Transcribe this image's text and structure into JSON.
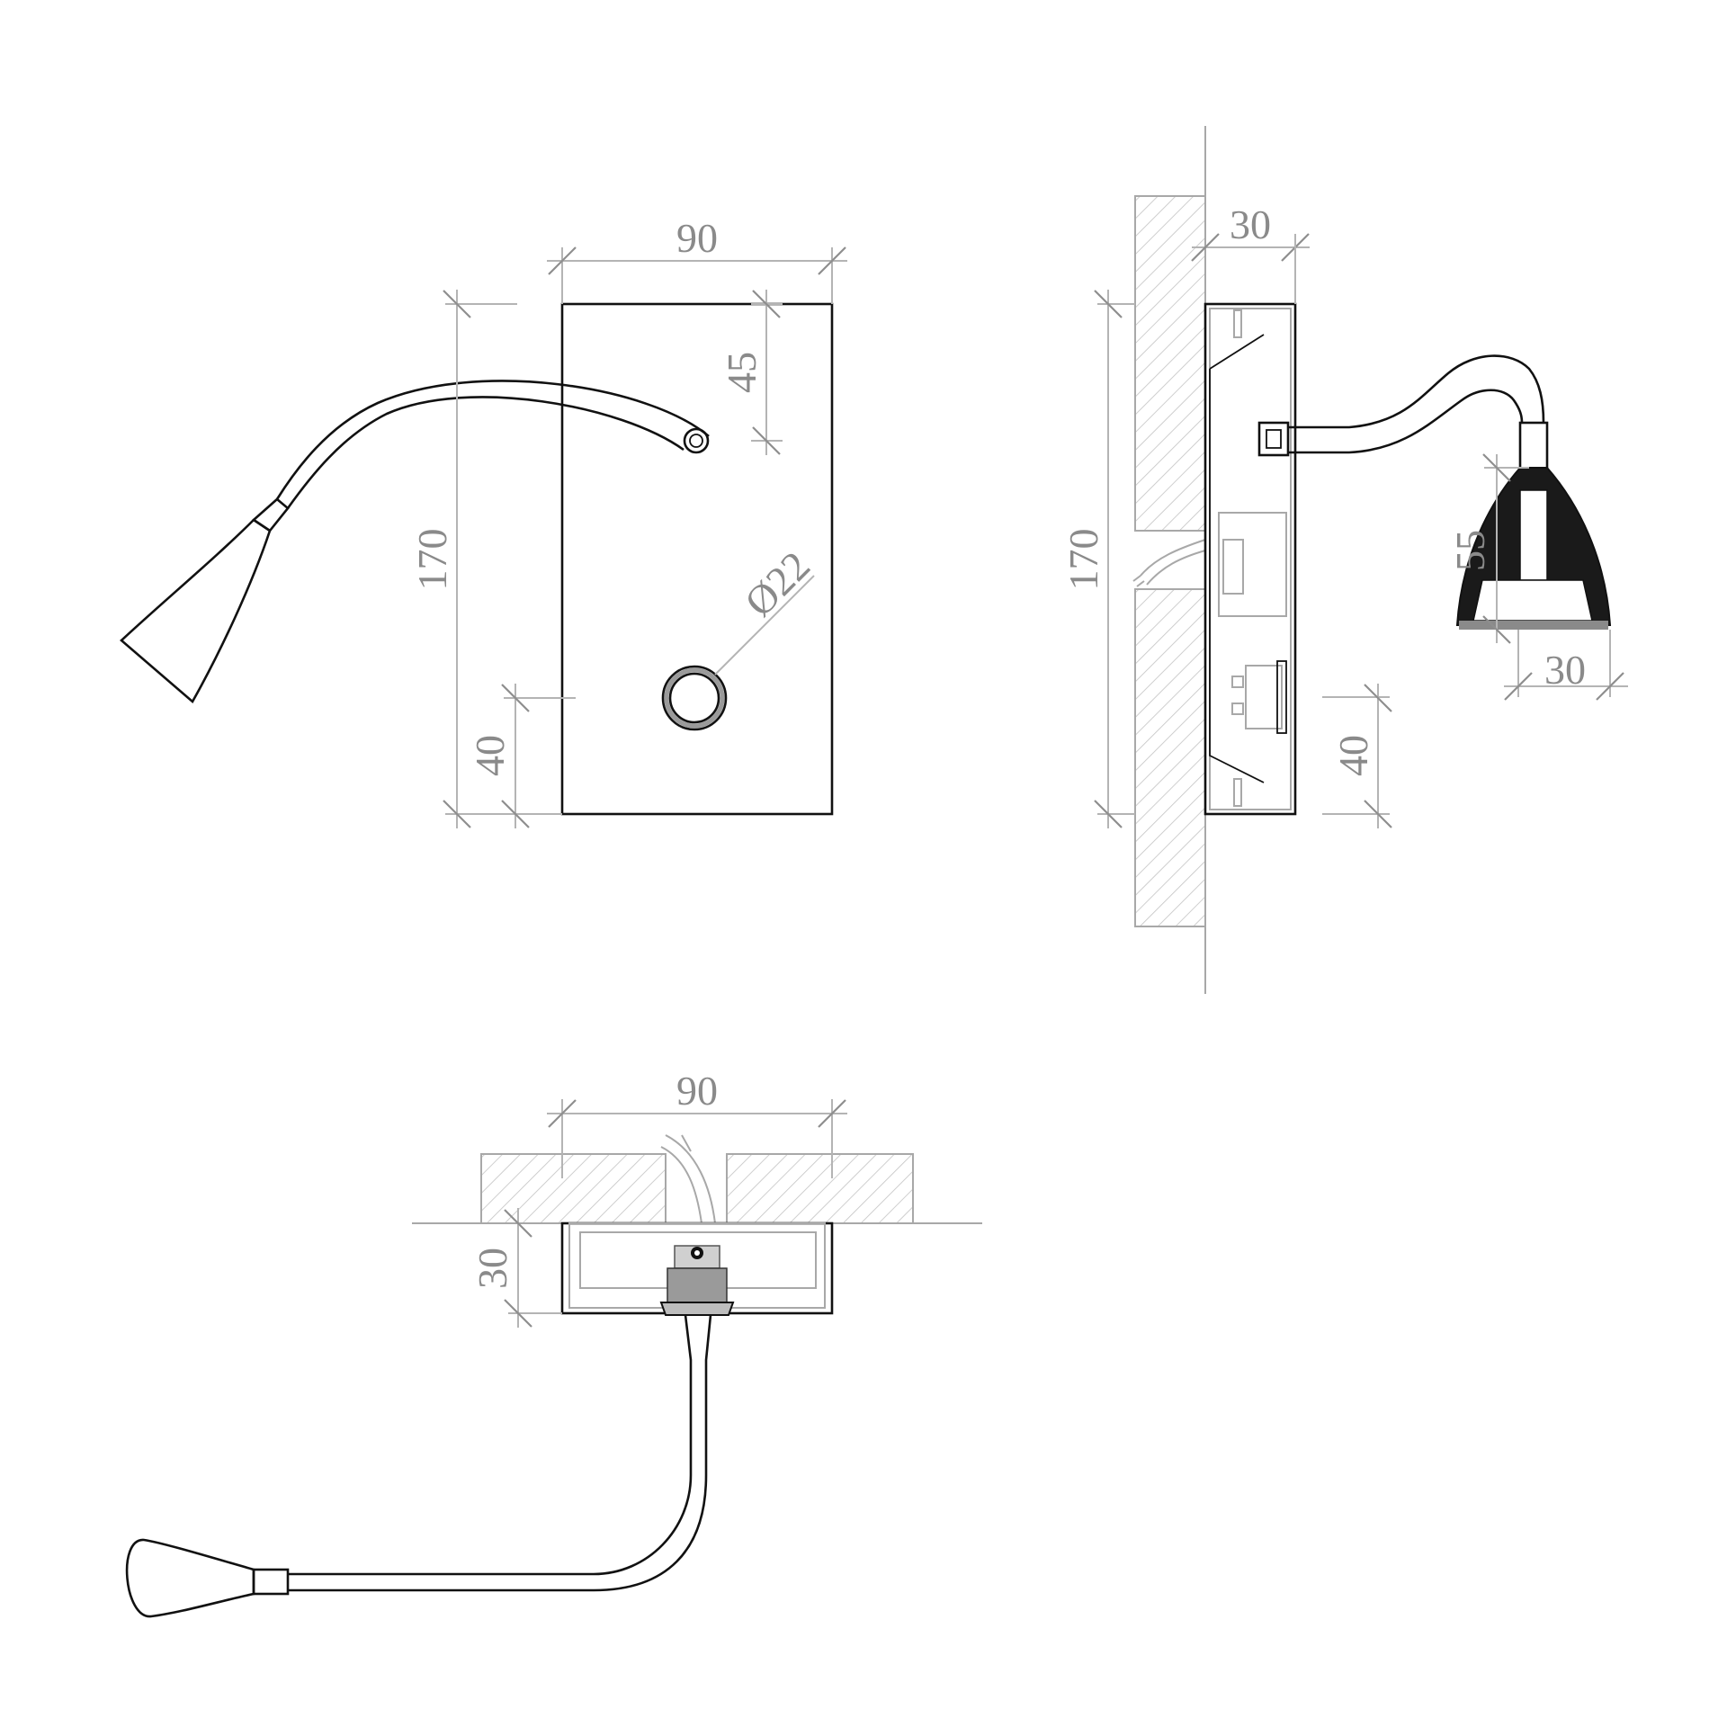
{
  "front_view": {
    "width_label": "90",
    "height_label": "170",
    "arm_offset_label": "45",
    "switch_height_label": "40",
    "switch_diameter_label": "Ø22"
  },
  "side_view": {
    "depth_label": "30",
    "height_label": "170",
    "head_length_label": "55",
    "head_width_label": "30",
    "switch_height_label": "40"
  },
  "top_view": {
    "width_label": "90",
    "depth_label": "30"
  },
  "colors": {
    "line": "#111111",
    "dimension": "#8a8a8a",
    "hatch": "#b0b0b0",
    "head_fill": "#1a1a1a"
  }
}
